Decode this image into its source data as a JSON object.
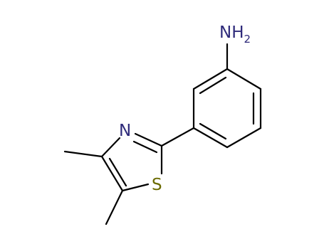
{
  "molecule": {
    "atoms": {
      "amine": {
        "text": "NH",
        "subscript": "2"
      },
      "thiazole_n": {
        "text": "N"
      },
      "thiazole_s": {
        "text": "S"
      }
    },
    "colors": {
      "bond": "#000000",
      "nitrogen": "#2e2a7a",
      "sulfur": "#6b6b00",
      "background": "#ffffff"
    }
  }
}
